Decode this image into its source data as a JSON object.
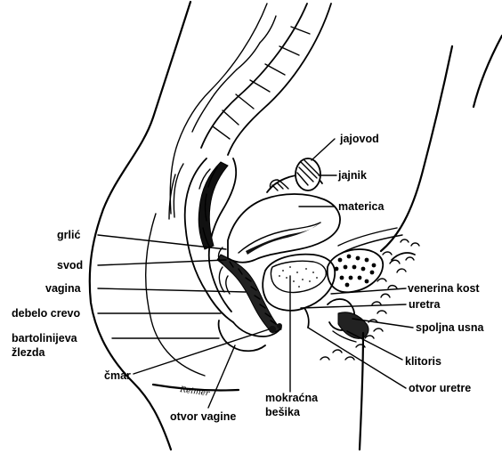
{
  "diagram": {
    "labels": {
      "jajovod": "jajovod",
      "jajnik": "jajnik",
      "materica": "materica",
      "grlic": "grlić",
      "svod": "svod",
      "vagina": "vagina",
      "debelo_crevo": "debelo crevo",
      "bartolinijeva_1": "bartolinijeva",
      "bartolinijeva_2": "žlezda",
      "cmar": "čmar",
      "otvor_vagine": "otvor vagine",
      "mokracna_1": "mokraćna",
      "mokracna_2": "bešika",
      "venerina_kost": "venerina kost",
      "uretra": "uretra",
      "spoljna_usna": "spoljna usna",
      "klitoris": "klitoris",
      "otvor_uretre": "otvor uretre"
    },
    "signature": "Reimer"
  }
}
